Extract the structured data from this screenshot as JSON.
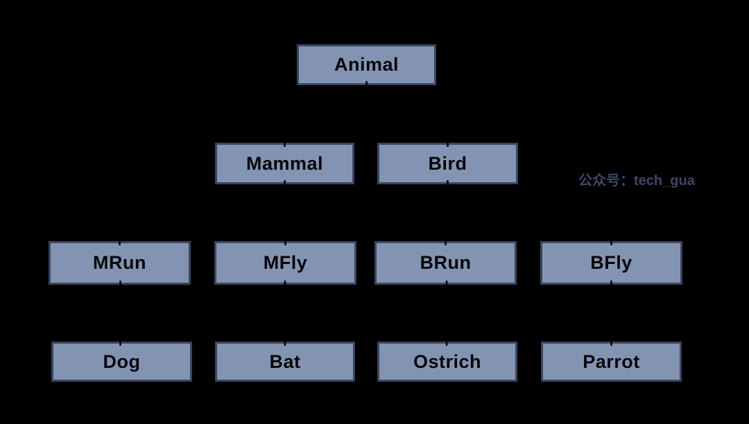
{
  "canvas": {
    "background_color": "#000000"
  },
  "style": {
    "node_fill_color": "#8394b3",
    "node_border_color": "#3b4560",
    "node_text_color": "#070707",
    "connector_color": "#000000",
    "watermark_color": "#3d4765"
  },
  "nodes": [
    {
      "id": "animal",
      "label": "Animal",
      "level": 1
    },
    {
      "id": "mammal",
      "label": "Mammal",
      "level": 2
    },
    {
      "id": "bird",
      "label": "Bird",
      "level": 2
    },
    {
      "id": "mrun",
      "label": "MRun",
      "level": 3
    },
    {
      "id": "mfly",
      "label": "MFly",
      "level": 3
    },
    {
      "id": "brun",
      "label": "BRun",
      "level": 3
    },
    {
      "id": "bfly",
      "label": "BFly",
      "level": 3
    },
    {
      "id": "dog",
      "label": "Dog",
      "level": 4
    },
    {
      "id": "bat",
      "label": "Bat",
      "level": 4
    },
    {
      "id": "ostrich",
      "label": "Ostrich",
      "level": 4
    },
    {
      "id": "parrot",
      "label": "Parrot",
      "level": 4
    }
  ],
  "edges": [
    [
      "animal",
      "mammal"
    ],
    [
      "animal",
      "bird"
    ],
    [
      "mammal",
      "mrun"
    ],
    [
      "mammal",
      "mfly"
    ],
    [
      "bird",
      "brun"
    ],
    [
      "bird",
      "bfly"
    ],
    [
      "mrun",
      "dog"
    ],
    [
      "mfly",
      "bat"
    ],
    [
      "brun",
      "ostrich"
    ],
    [
      "bfly",
      "parrot"
    ]
  ],
  "watermark": {
    "text": "公众号：tech_gua"
  }
}
